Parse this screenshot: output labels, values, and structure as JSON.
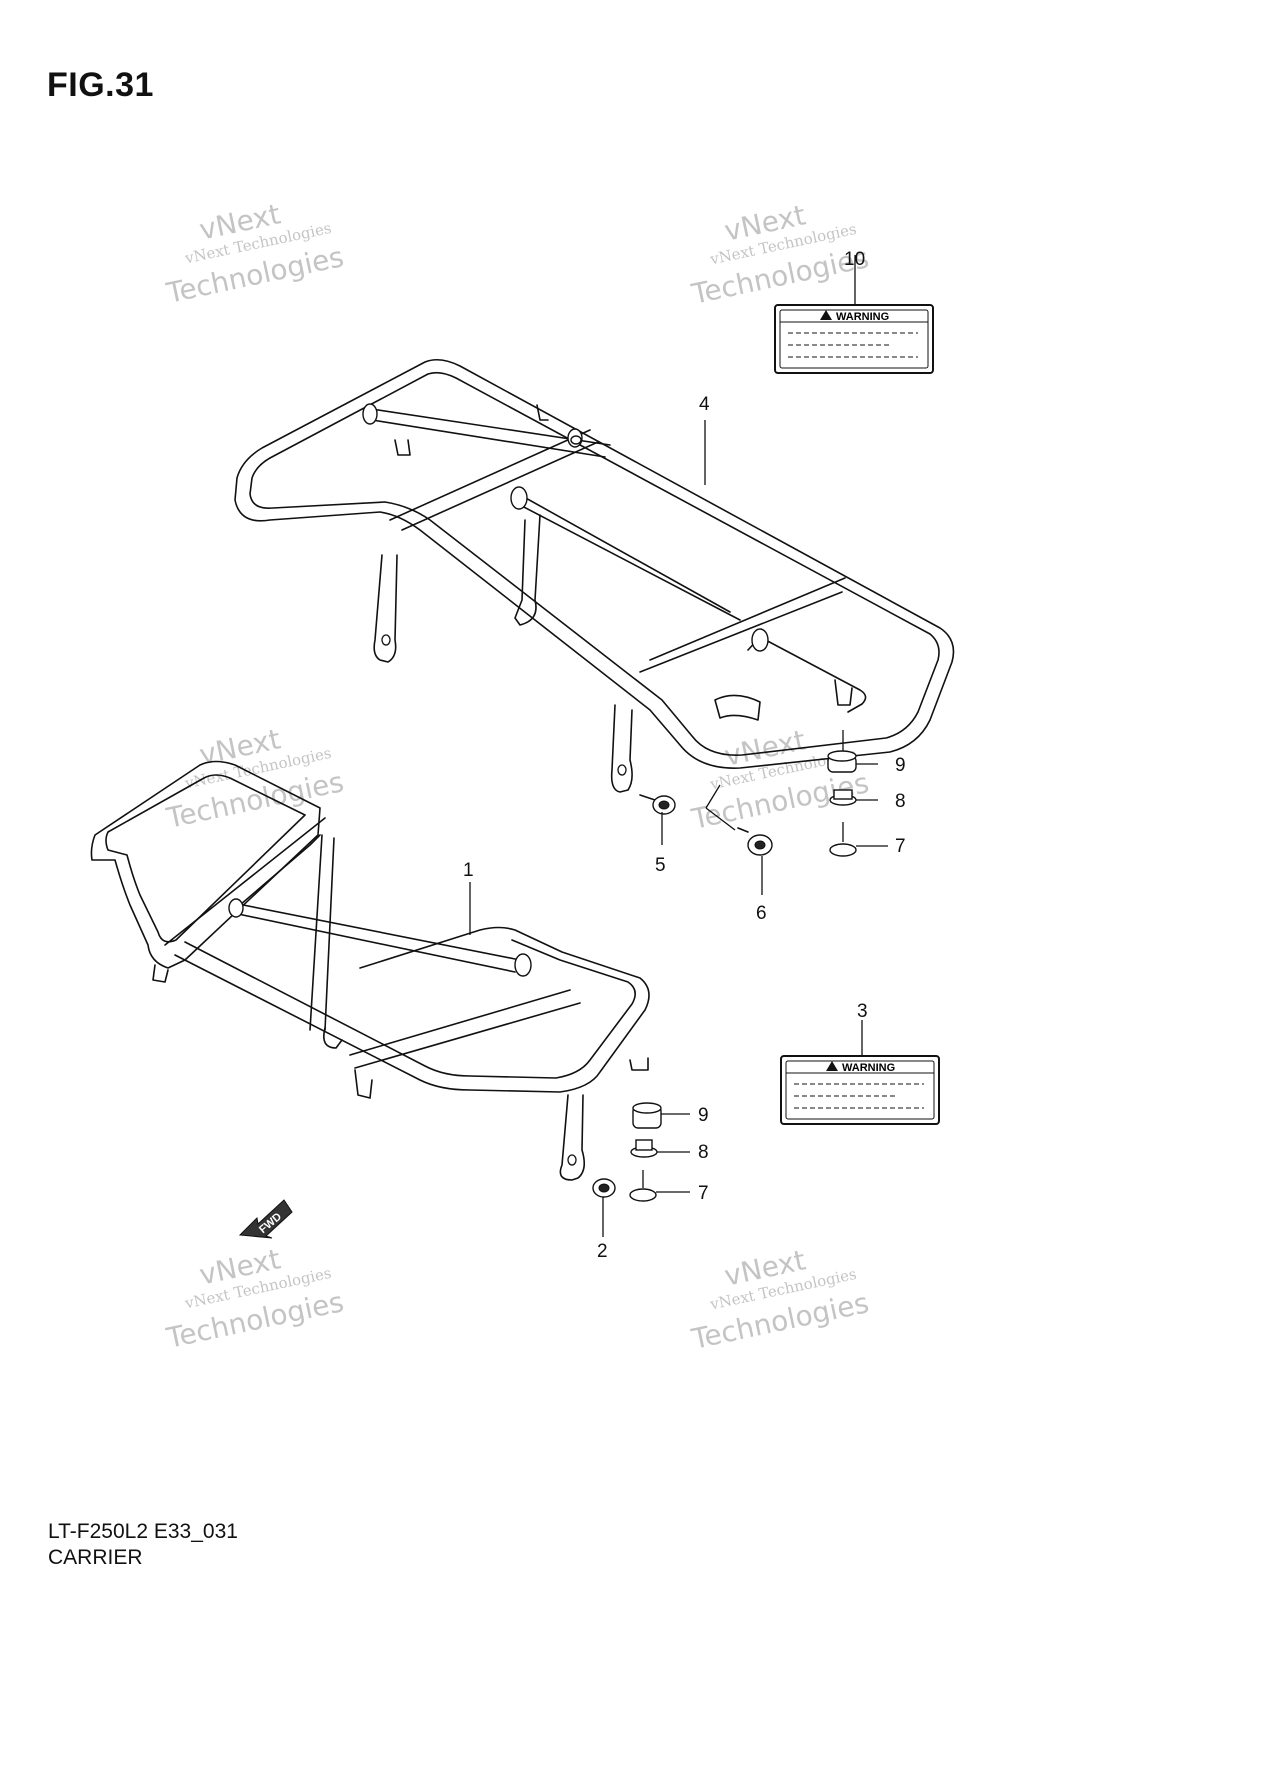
{
  "figure": {
    "title": "FIG.31",
    "model_code": "LT-F250L2 E33_031",
    "caption": "CARRIER"
  },
  "watermark": {
    "top_line": "vNext",
    "middle_line": "vNext Technologies",
    "bottom_line": "Technologies"
  },
  "labels": {
    "warning_text": "WARNING",
    "fwd_text": "FWD"
  },
  "callouts": {
    "c1": "1",
    "c2": "2",
    "c3": "3",
    "c4": "4",
    "c5": "5",
    "c6": "6",
    "c7a": "7",
    "c7b": "7",
    "c8a": "8",
    "c8b": "8",
    "c9a": "9",
    "c9b": "9",
    "c10": "10"
  }
}
